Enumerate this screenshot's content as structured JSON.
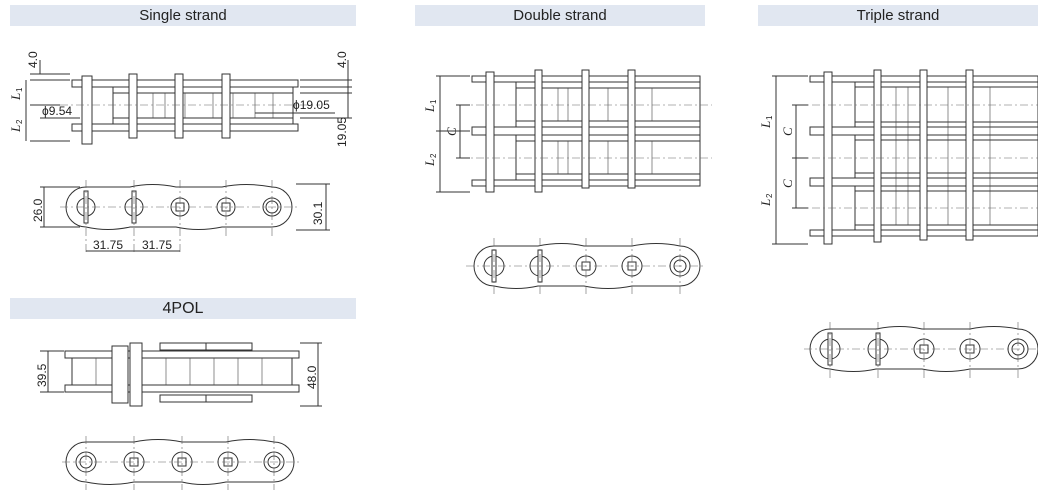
{
  "headers": {
    "single": "Single strand",
    "double": "Double strand",
    "triple": "Triple strand",
    "fourpol": "4POL"
  },
  "single": {
    "dim_top_left": "4.0",
    "dim_top_right": "4.0",
    "label_l1": "L",
    "label_l1_sub": "1",
    "label_l2": "L",
    "label_l2_sub": "2",
    "dia_pin": "ϕ9.54",
    "dia_roller": "ϕ19.05",
    "dim_roller_height": "19.05",
    "dim_plate_height": "26.0",
    "dim_link_plate_height": "30.1",
    "pitch_1": "31.75",
    "pitch_2": "31.75"
  },
  "fourpol": {
    "dim_inner": "39.5",
    "dim_outer": "48.0"
  },
  "double": {
    "label_l1": "L",
    "label_l1_sub": "1",
    "label_l2": "L",
    "label_l2_sub": "2",
    "label_c": "C"
  },
  "triple": {
    "label_l1": "L",
    "label_l1_sub": "1",
    "label_l2": "L",
    "label_l2_sub": "2",
    "label_c1": "C",
    "label_c2": "C"
  }
}
